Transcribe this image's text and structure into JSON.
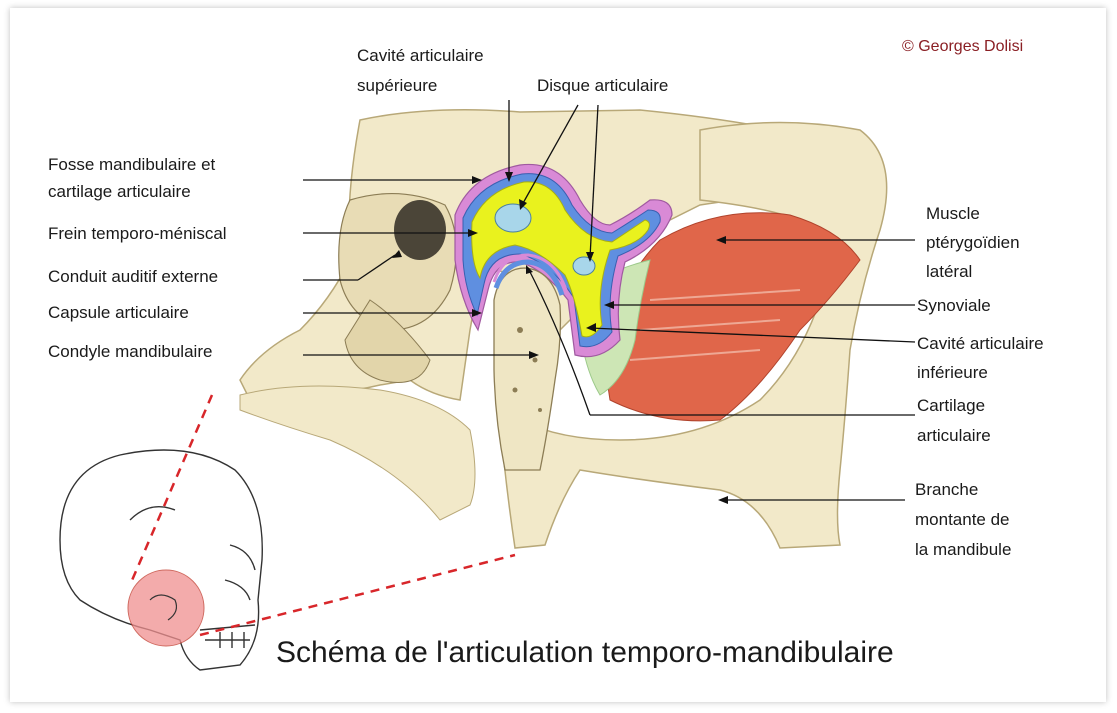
{
  "copyright": "© Georges Dolisi",
  "title": "Schéma de l'articulation temporo-mandibulaire",
  "labels": {
    "cavite_sup_1": "Cavité articulaire",
    "cavite_sup_2": "supérieure",
    "disque": "Disque articulaire",
    "fosse_1": "Fosse mandibulaire et",
    "fosse_2": "cartilage articulaire",
    "frein": "Frein temporo-méniscal",
    "conduit": "Conduit auditif externe",
    "capsule": "Capsule articulaire",
    "condyle": "Condyle mandibulaire",
    "muscle_1": "Muscle",
    "muscle_2": "ptérygoïdien",
    "muscle_3": "latéral",
    "synoviale": "Synoviale",
    "cavite_inf_1": "Cavité articulaire",
    "cavite_inf_2": "inférieure",
    "cartilage_1": "Cartilage",
    "cartilage_2": "articulaire",
    "branche_1": "Branche",
    "branche_2": "montante de",
    "branche_3": "la mandibule"
  },
  "colors": {
    "bone": "#f2e9c9",
    "bone_dark": "#c9b98a",
    "disc_yellow": "#e9f21e",
    "cavity_blue": "#5f8fe0",
    "synovial_pink": "#d98ad6",
    "capsule_green": "#cde6b5",
    "muscle_red": "#e0664a",
    "highlight_circle": "#f08f8f",
    "pointer_dash": "#d8262a",
    "copyright": "#8a1f24"
  }
}
